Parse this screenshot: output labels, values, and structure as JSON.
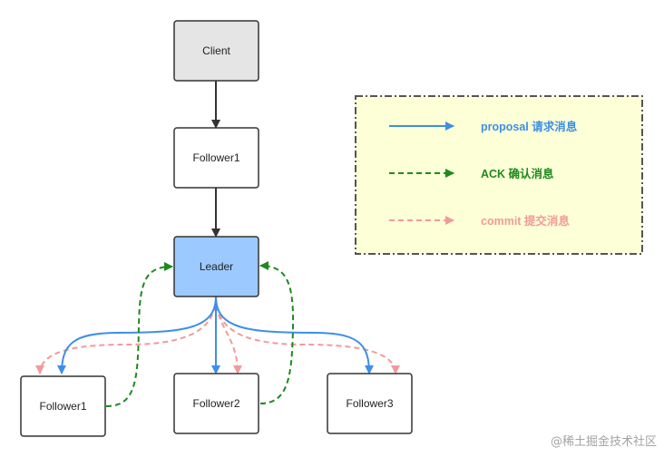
{
  "nodes": {
    "client": "Client",
    "follower1_top": "Follower1",
    "leader": "Leader",
    "follower1_bottom": "Follower1",
    "follower2": "Follower2",
    "follower3": "Follower3"
  },
  "legend": {
    "proposal": "proposal 请求消息",
    "ack": "ACK 确认消息",
    "commit": "commit 提交消息"
  },
  "colors": {
    "client_fill": "#e5e5e5",
    "leader_fill": "#9cc9ff",
    "proposal": "#3d8fe8",
    "ack": "#1e8a1e",
    "commit": "#f29a9a",
    "legend_bg": "#fdffd6"
  },
  "watermark": "@稀土掘金技术社区"
}
